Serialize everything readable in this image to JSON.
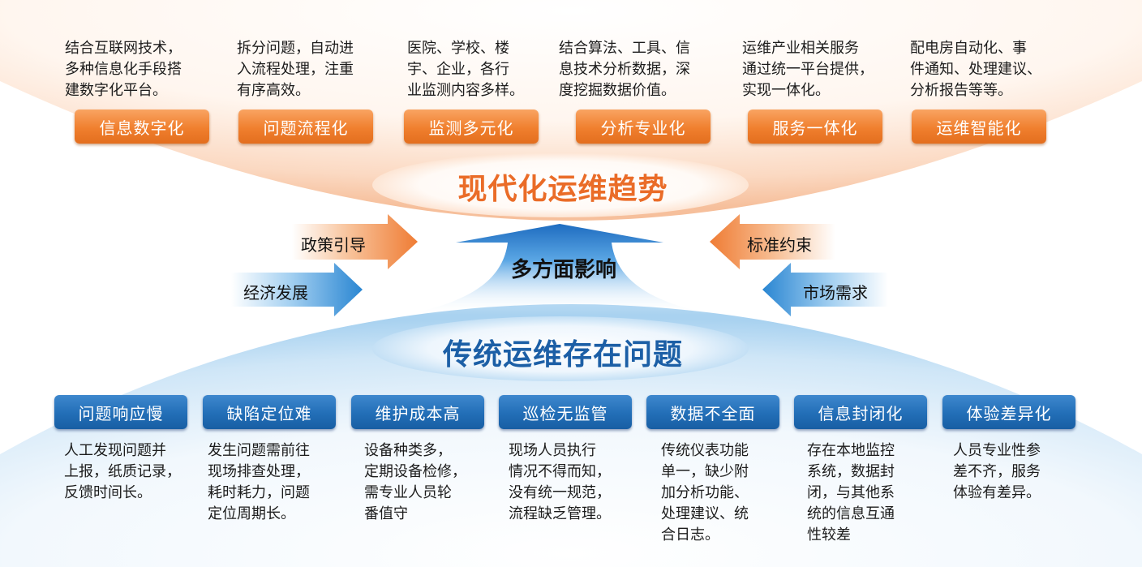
{
  "top": {
    "title": "现代化运维趋势",
    "items": [
      {
        "label": "信息数字化",
        "lines": [
          "结合互联网技术，",
          "多种信息化手段搭",
          "建数字化平台。"
        ]
      },
      {
        "label": "问题流程化",
        "lines": [
          "拆分问题，自动进",
          "入流程处理，注重",
          "有序高效。"
        ]
      },
      {
        "label": "监测多元化",
        "lines": [
          "医院、学校、楼",
          "宇、企业，各行",
          "业监测内容多样。"
        ]
      },
      {
        "label": "分析专业化",
        "lines": [
          "结合算法、工具、信",
          "息技术分析数据，深",
          "度挖掘数据价值。"
        ]
      },
      {
        "label": "服务一体化",
        "lines": [
          "运维产业相关服务",
          "通过统一平台提供，",
          "实现一体化。"
        ]
      },
      {
        "label": "运维智能化",
        "lines": [
          "配电房自动化、事",
          "件通知、处理建议、",
          "分析报告等等。"
        ]
      }
    ]
  },
  "center": {
    "label": "多方面影响",
    "factors": {
      "policy": "政策引导",
      "economy": "经济发展",
      "standard": "标准约束",
      "market": "市场需求"
    }
  },
  "bottom": {
    "title": "传统运维存在问题",
    "items": [
      {
        "label": "问题响应慢",
        "lines": [
          "人工发现问题并",
          "上报，纸质记录，",
          "反馈时间长。"
        ]
      },
      {
        "label": "缺陷定位难",
        "lines": [
          "发生问题需前往",
          "现场排查处理，",
          "耗时耗力，问题",
          "定位周期长。"
        ]
      },
      {
        "label": "维护成本高",
        "lines": [
          "设备种类多，",
          "定期设备检修，",
          "需专业人员轮",
          "番值守"
        ]
      },
      {
        "label": "巡检无监管",
        "lines": [
          "现场人员执行",
          "情况不得而知，",
          "没有统一规范，",
          "流程缺乏管理。"
        ]
      },
      {
        "label": "数据不全面",
        "lines": [
          "传统仪表功能",
          "单一，缺少附",
          "加分析功能、",
          "处理建议、统",
          "合日志。"
        ]
      },
      {
        "label": "信息封闭化",
        "lines": [
          "存在本地监控",
          "系统，数据封",
          "闭，与其他系",
          "统的信息互通",
          "性较差"
        ]
      },
      {
        "label": "体验差异化",
        "lines": [
          "人员专业性参",
          "差不齐，服务",
          "体验有差异。"
        ]
      }
    ]
  },
  "colors": {
    "orange_accent": "#ea6c28",
    "blue_accent": "#1c5fa6",
    "orange_badge": "#f07f2e",
    "blue_badge": "#226eb7"
  }
}
